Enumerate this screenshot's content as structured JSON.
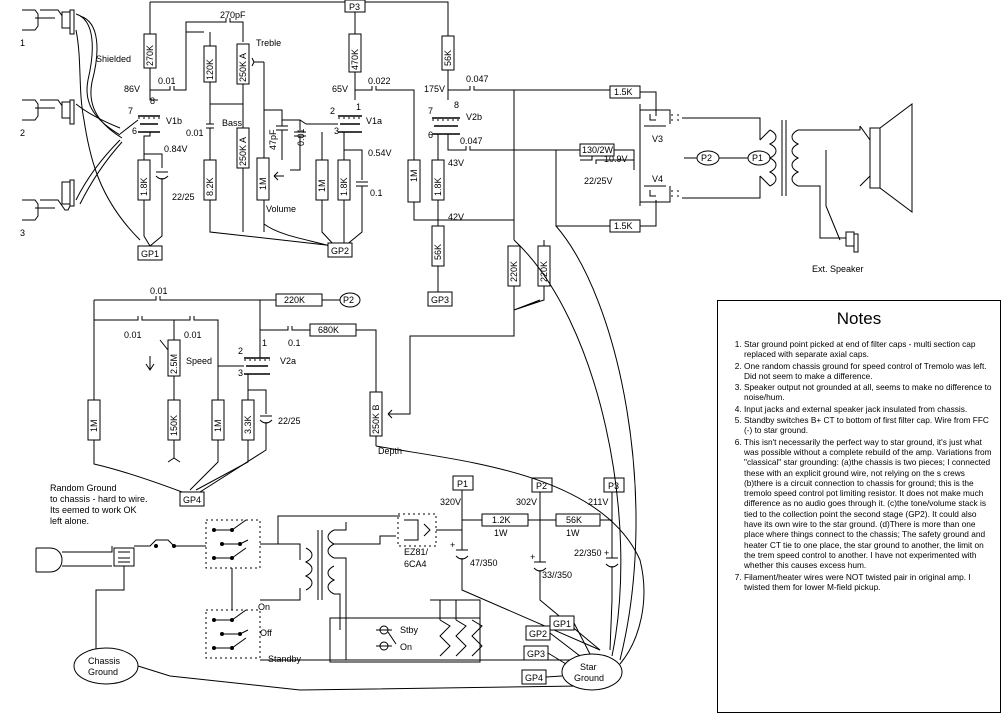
{
  "ground_points": {
    "gp1": "GP1",
    "gp2": "GP2",
    "gp3": "GP3",
    "gp4": "GP4",
    "star_ground_line1": "Star",
    "star_ground_line2": "Ground",
    "chassis_ground_line1": "Chassis",
    "chassis_ground_line2": "Ground"
  },
  "power_points": {
    "p1": "P1",
    "p2": "P2",
    "p3": "P3"
  },
  "inputs": {
    "jack1": "1",
    "jack2": "2",
    "jack3": "3",
    "shielded": "Shielded"
  },
  "tubes": {
    "v1b": "V1b",
    "v1a": "V1a",
    "v2b": "V2b",
    "v2a": "V2a",
    "v3": "V3",
    "v4": "V4",
    "rectifier_line1": "EZ81/",
    "rectifier_line2": "6CA4"
  },
  "pins": {
    "p7a": "7",
    "p8a": "8",
    "p6a": "6",
    "p2a": "2",
    "p1a": "1",
    "p3a": "3",
    "p7b": "7",
    "p8b": "8",
    "p6b": "6",
    "p2c": "2",
    "p1c": "1",
    "p3c": "3"
  },
  "resistors": {
    "r270k": "270K",
    "r120k": "120K",
    "r250ka_treble": "250K A",
    "r470k": "470K",
    "r56k_top": "56K",
    "r250ka_bass": "250K A",
    "r1m_vol": "1M",
    "r1m_v1a": "1M",
    "r18k_v1a": "1.8K",
    "r18k_v1b": "1.8K",
    "r82k": "8.2K",
    "r1m_v2b": "1M",
    "r18k_v2b": "1.8K",
    "r56k_v2b": "56K",
    "r220k_a": "220K",
    "r220k_b": "220K",
    "r15k_a": "1.5K",
    "r15k_b": "1.5K",
    "r130": "130/2W",
    "r220k_trem": "220K",
    "r680k": "680K",
    "r25m": "2.5M",
    "r150k": "150K",
    "r1m_t1": "1M",
    "r1m_t2": "1M",
    "r33k": "3.3K",
    "r250kb": "250K B",
    "r12k": "1.2K",
    "r12k_w": "1W",
    "r56k_ps": "56K",
    "r56k_ps_w": "1W"
  },
  "capacitors": {
    "c270pf": "270pF",
    "c001_in": "0.01",
    "c0022": "0.022",
    "c0047_a": "0.047",
    "c0047_b": "0.047",
    "c001_bass": "0.01",
    "c47pf": "47pF",
    "c001_vol": "0.01",
    "c22_25_v1b": "22/25",
    "c01_v1a": "0.1",
    "c22_25_out": "22/25V",
    "c001_trem_top": "0.01",
    "c001_trem_a": "0.01",
    "c001_trem_b": "0.01",
    "c01_trem": "0.1",
    "c22_25_trem": "22/25",
    "c47_350": "47/350",
    "c33_350": "33//350",
    "c22_350": "22/350"
  },
  "voltages": {
    "v86": "86V",
    "v084": "0.84V",
    "v65": "65V",
    "v054": "0.54V",
    "v175": "175V",
    "v43": "43V",
    "v42": "42V",
    "v109": "10.9V",
    "v320": "320V",
    "v302": "302V",
    "v211": "211V"
  },
  "controls": {
    "treble": "Treble",
    "bass": "Bass",
    "volume": "Volume",
    "speed": "Speed",
    "depth": "Depth",
    "stby": "Stby",
    "on_sw": "On",
    "on_label": "On",
    "off_label": "Off",
    "standby_label": "Standby"
  },
  "speaker": {
    "ext": "Ext. Speaker"
  },
  "annotations": {
    "random_ground_1": "Random Ground",
    "random_ground_2": "to chassis - hard to wire.",
    "random_ground_3": "Its eemed to work OK",
    "random_ground_4": "left alone."
  },
  "notes": {
    "title": "Notes",
    "items": [
      "Star ground point picked at end of filter caps - multi section cap replaced with separate axial caps.",
      "One random chassis ground for speed control of Tremolo was left. Did not seem to make a difference.",
      "Speaker output not grounded at all, seems to make no difference to noise/hum.",
      "Input jacks and external speaker jack insulated from chassis.",
      "Standby switches B+ CT to bottom of first filter cap. Wire from FFC (-) to star ground.",
      "This isn't necessarily the perfect way to star ground, it's just what was possible without a complete rebuild of the amp. Variations from \"classical\" star grounding: (a)the chassis is two pieces; I connected these with an explicit ground wire, not relying on the s crews (b)there is a circuit connection to chassis for ground; this is the tremolo speed control pot limiting resistor. It does not make much difference as no audio goes through it. (c)the tone/volume stack is tied to the collection point the second stage (GP2). It could also have its own wire to the star ground. (d)There is more than one place where things connect to the chassis; The safety ground and heater CT tie to one place, the star ground to another, the limit on the trem speed control to another. I have not experimented with whether this causes excess hum.",
      "Filament/heater wires were NOT twisted pair in original amp. I twisted them for lower M-field pickup."
    ]
  }
}
